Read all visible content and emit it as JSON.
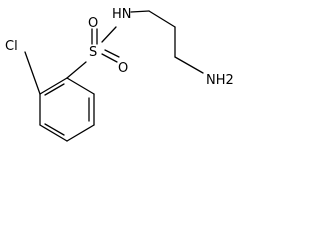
{
  "atoms": {
    "nh": "HN",
    "s": "S",
    "o_top": "O",
    "o_right": "O",
    "cl": "Cl",
    "nh2": "NH2"
  },
  "colors": {
    "ink": "#000000",
    "background": "#ffffff"
  }
}
